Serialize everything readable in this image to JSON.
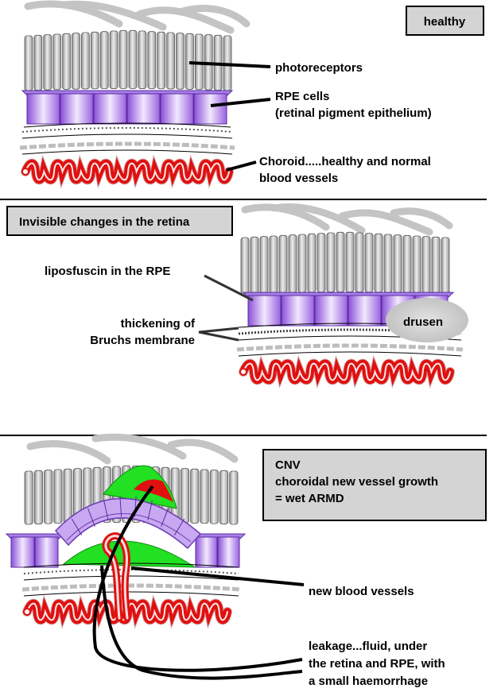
{
  "panel_healthy": {
    "box_label": "healthy",
    "photoreceptors_label": "photoreceptors",
    "rpe_label_line1": "RPE cells",
    "rpe_label_line2": "(retinal pigment epithelium)",
    "choroid_label_line1": "Choroid.....healthy and normal",
    "choroid_label_line2": "blood vessels"
  },
  "panel_invisible": {
    "box_label": "Invisible changes in the retina",
    "lipofuscin_label": "liposfuscin in the RPE",
    "bruchs_label_line1": "thickening of",
    "bruchs_label_line2": "Bruchs membrane",
    "drusen_label": "drusen"
  },
  "panel_cnv": {
    "box_line1": "CNV",
    "box_line2": "choroidal new vessel growth",
    "box_line3": "= wet ARMD",
    "new_vessels_label": "new  blood vessels",
    "leakage_line1": "leakage...fluid, under",
    "leakage_line2": "the retina and RPE, with",
    "leakage_line3": "a small haemorrhage"
  },
  "colors": {
    "photoreceptor": "#c8c8c8",
    "rpe": "#a06ee6",
    "rpe_light": "#ece0fb",
    "vessel": "#e01010",
    "fluid": "#22e022",
    "drusen": "#cfcfcf",
    "box_fill": "#d4d4d4"
  }
}
